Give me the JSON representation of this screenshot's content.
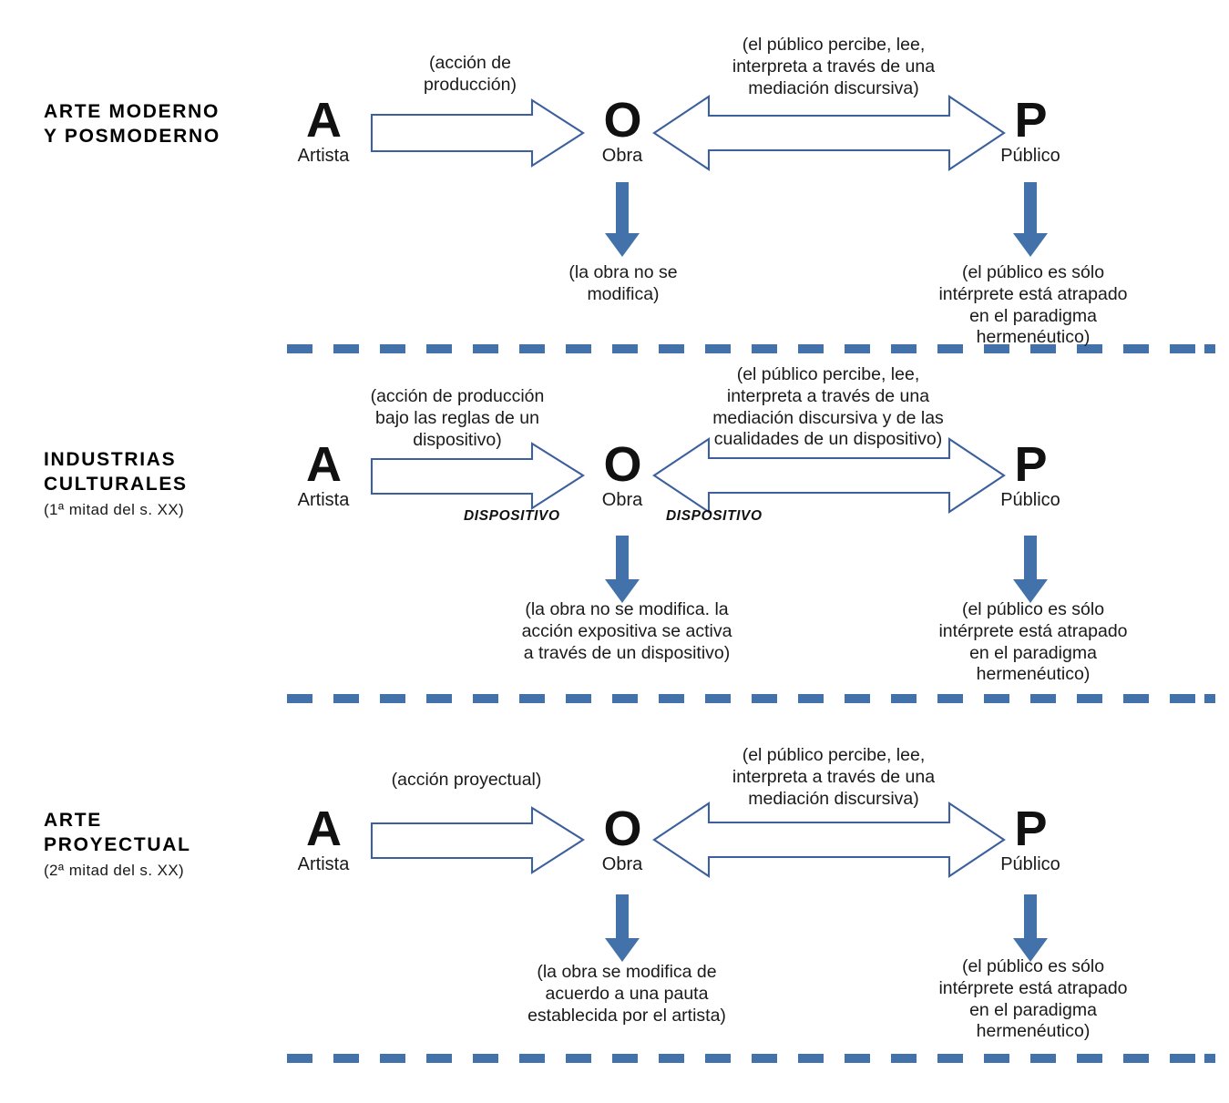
{
  "diagram": {
    "title_semantic": "esquema-relacion-artista-obra-publico",
    "accent_color": "#4372ab",
    "arrow_stroke_color": "#3c5f9e",
    "node_labels": {
      "artist_glyph": "A",
      "artist_caption": "Artista",
      "work_glyph": "O",
      "work_caption": "Obra",
      "public_glyph": "P",
      "public_caption": "Público"
    },
    "dispositivo_label": "DISPOSITIVO",
    "sections": [
      {
        "id": "arte-moderno-y-posmoderno",
        "title": "ARTE MODERNO\nY POSMODERNO",
        "subtitle": "",
        "production_label": "(acción de\nproducción)",
        "reception_label": "(el público percibe, lee,\ninterpreta a través de una\nmediación discursiva)",
        "work_note": "(la obra no se\nmodifica)",
        "public_note": "(el público es sólo\nintérprete está atrapado\nen el paradigma\nhermenéutico)",
        "has_dispositivo": false
      },
      {
        "id": "industrias-culturales",
        "title": "INDUSTRIAS\nCULTURALES",
        "subtitle": "(1ª mitad del s. XX)",
        "production_label": "(acción de producción\nbajo las reglas de un\ndispositivo)",
        "reception_label": "(el público percibe, lee,\ninterpreta a través de una\nmediación discursiva y de las\ncualidades de un dispositivo)",
        "work_note": "(la obra no se modifica. la\nacción expositiva se activa\na través de un dispositivo)",
        "public_note": "(el público es sólo\nintérprete está atrapado\nen el paradigma\nhermenéutico)",
        "has_dispositivo": true
      },
      {
        "id": "arte-proyectual",
        "title": "ARTE\nPROYECTUAL",
        "subtitle": "(2ª mitad del s. XX)",
        "production_label": "(acción proyectual)",
        "reception_label": "(el público percibe, lee,\ninterpreta a través de una\nmediación discursiva)",
        "work_note": "(la obra se modifica de\nacuerdo a una pauta\nestablecida por el artista)",
        "public_note": "(el público es sólo\nintérprete está atrapado\nen el paradigma\nhermenéutico)",
        "has_dispositivo": false
      }
    ]
  }
}
